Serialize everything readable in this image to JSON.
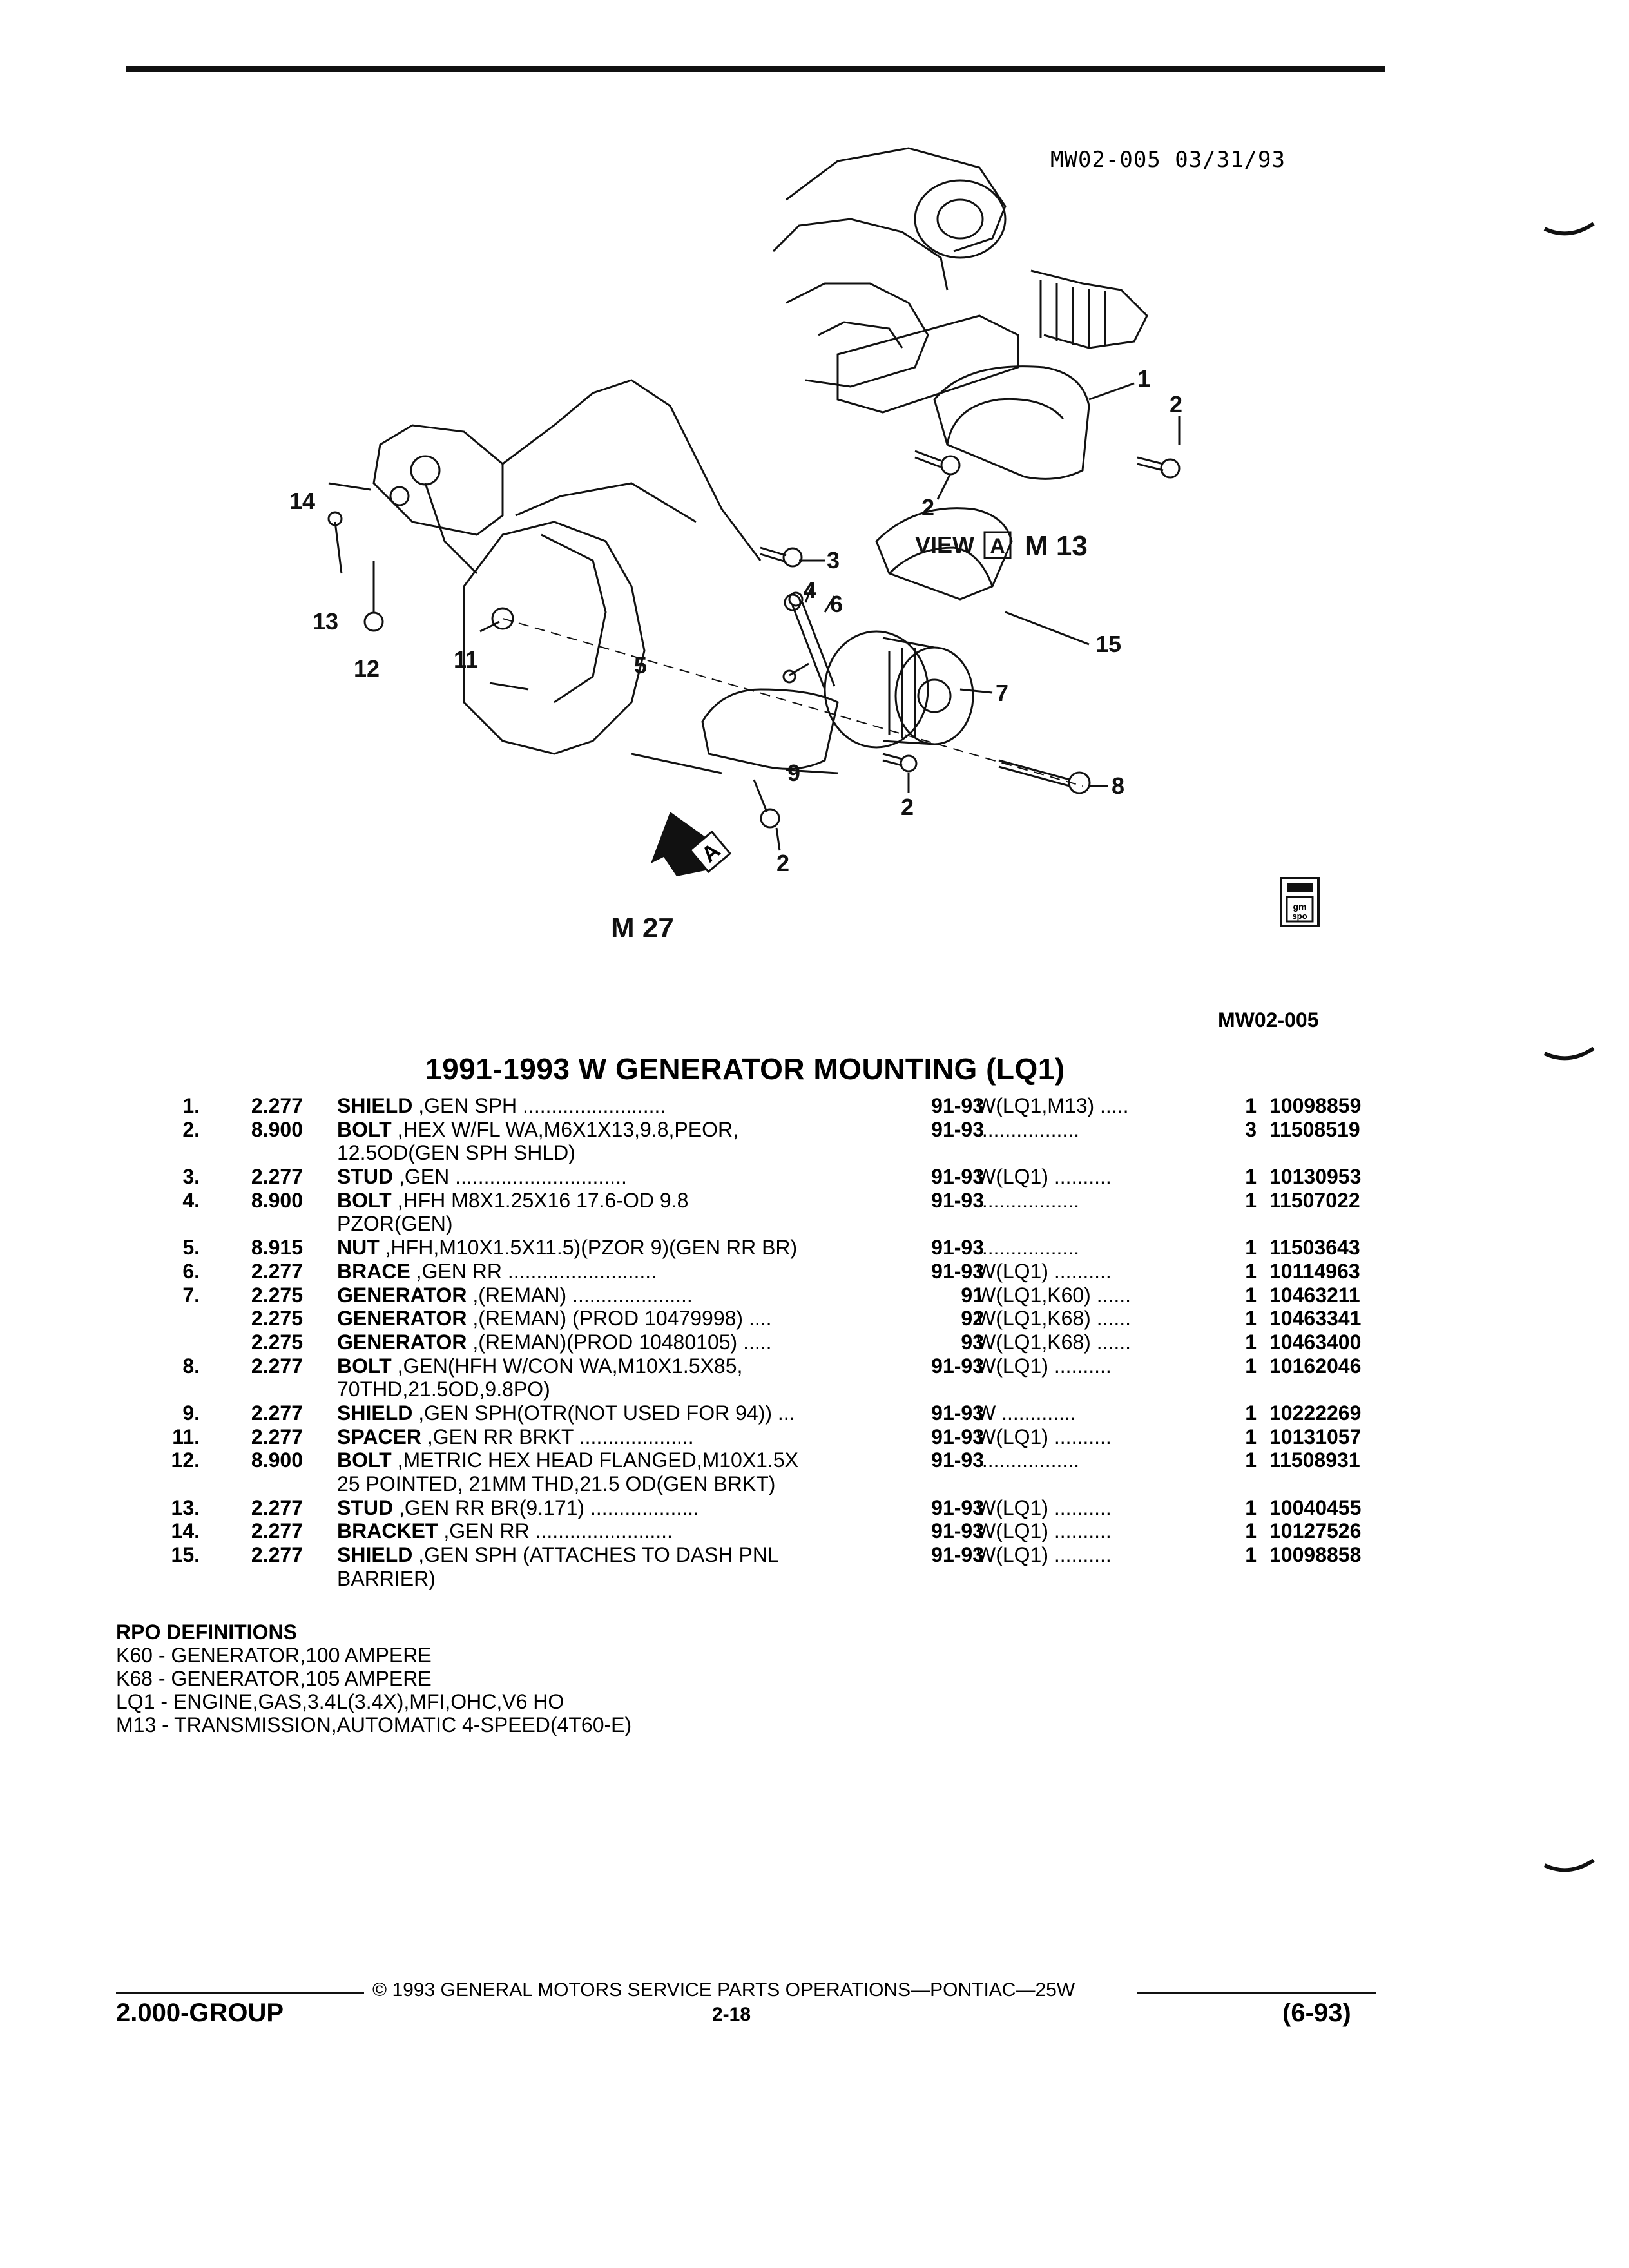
{
  "diagram": {
    "drawing_id": "MW02-005 03/31/93",
    "view_label": "VIEW",
    "view_letter": "A",
    "view_model": "M 13",
    "arrow_letter": "A",
    "model_label": "M 27",
    "callouts": [
      "1",
      "2",
      "2",
      "2",
      "2",
      "3",
      "4",
      "5",
      "6",
      "7",
      "8",
      "9",
      "11",
      "12",
      "13",
      "14",
      "15"
    ],
    "logo_text": "gm spo"
  },
  "ref_code": "MW02-005",
  "title": "1991-1993 W GENERATOR MOUNTING (LQ1)",
  "parts": [
    {
      "no": "1.",
      "grp": "2.277",
      "name": "SHIELD",
      "rest": " ,GEN SPH .........................",
      "years": "91-93",
      "usage": "W(LQ1,M13) .....",
      "qty": "1",
      "part": "10098859",
      "cont": ""
    },
    {
      "no": "2.",
      "grp": "8.900",
      "name": "BOLT",
      "rest": " ,HEX W/FL WA,M6X1X13,9.8,PEOR,",
      "years": "91-93",
      "usage": "..................",
      "qty": "3",
      "part": "11508519",
      "cont": "12.5OD(GEN SPH SHLD)"
    },
    {
      "no": "3.",
      "grp": "2.277",
      "name": "STUD",
      "rest": " ,GEN ..............................",
      "years": "91-93",
      "usage": "W(LQ1) ..........",
      "qty": "1",
      "part": "10130953",
      "cont": ""
    },
    {
      "no": "4.",
      "grp": "8.900",
      "name": "BOLT",
      "rest": " ,HFH M8X1.25X16 17.6-OD 9.8",
      "years": "91-93",
      "usage": "..................",
      "qty": "1",
      "part": "11507022",
      "cont": "PZOR(GEN)"
    },
    {
      "no": "5.",
      "grp": "8.915",
      "name": "NUT",
      "rest": " ,HFH,M10X1.5X11.5)(PZOR 9)(GEN RR BR)",
      "years": "91-93",
      "usage": "..................",
      "qty": "1",
      "part": "11503643",
      "cont": ""
    },
    {
      "no": "6.",
      "grp": "2.277",
      "name": "BRACE",
      "rest": " ,GEN RR ..........................",
      "years": "91-93",
      "usage": "W(LQ1) ..........",
      "qty": "1",
      "part": "10114963",
      "cont": ""
    },
    {
      "no": "7.",
      "grp": "2.275",
      "name": "GENERATOR",
      "rest": " ,(REMAN) .....................",
      "years": "91",
      "usage": "W(LQ1,K60) ......",
      "qty": "1",
      "part": "10463211",
      "cont": ""
    },
    {
      "no": "",
      "grp": "2.275",
      "name": "GENERATOR",
      "rest": " ,(REMAN) (PROD 10479998) ....",
      "years": "92",
      "usage": "W(LQ1,K68) ......",
      "qty": "1",
      "part": "10463341",
      "cont": ""
    },
    {
      "no": "",
      "grp": "2.275",
      "name": "GENERATOR",
      "rest": " ,(REMAN)(PROD 10480105) .....",
      "years": "93",
      "usage": "W(LQ1,K68) ......",
      "qty": "1",
      "part": "10463400",
      "cont": ""
    },
    {
      "no": "8.",
      "grp": "2.277",
      "name": "BOLT",
      "rest": " ,GEN(HFH W/CON WA,M10X1.5X85,",
      "years": "91-93",
      "usage": "W(LQ1) ..........",
      "qty": "1",
      "part": "10162046",
      "cont": "70THD,21.5OD,9.8PO)"
    },
    {
      "no": "9.",
      "grp": "2.277",
      "name": "SHIELD",
      "rest": " ,GEN SPH(OTR(NOT USED FOR 94)) ...",
      "years": "91-93",
      "usage": "W .............",
      "qty": "1",
      "part": "10222269",
      "cont": ""
    },
    {
      "no": "11.",
      "grp": "2.277",
      "name": "SPACER",
      "rest": " ,GEN RR BRKT ....................",
      "years": "91-93",
      "usage": "W(LQ1) ..........",
      "qty": "1",
      "part": "10131057",
      "cont": ""
    },
    {
      "no": "12.",
      "grp": "8.900",
      "name": "BOLT",
      "rest": " ,METRIC HEX HEAD FLANGED,M10X1.5X",
      "years": "91-93",
      "usage": "..................",
      "qty": "1",
      "part": "11508931",
      "cont": "25 POINTED, 21MM THD,21.5 OD(GEN BRKT)"
    },
    {
      "no": "13.",
      "grp": "2.277",
      "name": "STUD",
      "rest": " ,GEN RR BR(9.171) ...................",
      "years": "91-93",
      "usage": "W(LQ1) ..........",
      "qty": "1",
      "part": "10040455",
      "cont": ""
    },
    {
      "no": "14.",
      "grp": "2.277",
      "name": "BRACKET",
      "rest": " ,GEN RR ........................",
      "years": "91-93",
      "usage": "W(LQ1) ..........",
      "qty": "1",
      "part": "10127526",
      "cont": ""
    },
    {
      "no": "15.",
      "grp": "2.277",
      "name": "SHIELD",
      "rest": " ,GEN SPH (ATTACHES TO DASH PNL",
      "years": "91-93",
      "usage": "W(LQ1) ..........",
      "qty": "1",
      "part": "10098858",
      "cont": "BARRIER)"
    }
  ],
  "rpo": {
    "heading": "RPO DEFINITIONS",
    "items": [
      "K60 - GENERATOR,100 AMPERE",
      "K68 - GENERATOR,105 AMPERE",
      "LQ1 - ENGINE,GAS,3.4L(3.4X),MFI,OHC,V6 HO",
      "M13 - TRANSMISSION,AUTOMATIC 4-SPEED(4T60-E)"
    ]
  },
  "footer": {
    "copyright": "© 1993  GENERAL MOTORS SERVICE PARTS OPERATIONS—PONTIAC—25W",
    "group": "2.000-GROUP",
    "page": "2-18",
    "date": "(6-93)"
  }
}
